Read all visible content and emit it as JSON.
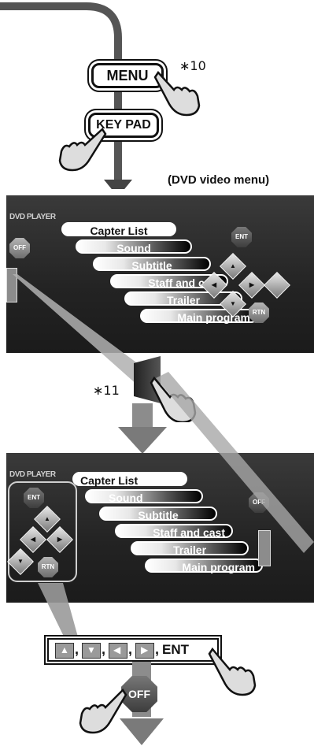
{
  "top_buttons": {
    "menu_label": "MENU",
    "menu_note": "∗10",
    "keypad_label": "KEY PAD"
  },
  "screen1": {
    "caption": "(DVD video menu)",
    "logo": "DVD PLAYER",
    "off_label": "OFF",
    "ent_label": "ENT",
    "rtn_label": "RTN",
    "menu_items": [
      "Capter List",
      "Sound",
      "Subtitle",
      "Staff and cast",
      "Trailer",
      "Main program"
    ]
  },
  "middle": {
    "note": "∗11"
  },
  "screen2": {
    "logo": "DVD PLAYER",
    "off_label": "OFF",
    "ent_label": "ENT",
    "rtn_label": "RTN",
    "menu_items": [
      "Capter List",
      "Sound",
      "Subtitle",
      "Staff and cast",
      "Trailer",
      "Main program"
    ]
  },
  "legend": {
    "sep": ",",
    "ent": "ENT"
  },
  "bottom": {
    "off_label": "OFF"
  },
  "colors": {
    "screen_bg": "#2a2a2a",
    "key_grey": "#9a9a9a",
    "arrow_grey": "#8c8c8c"
  }
}
